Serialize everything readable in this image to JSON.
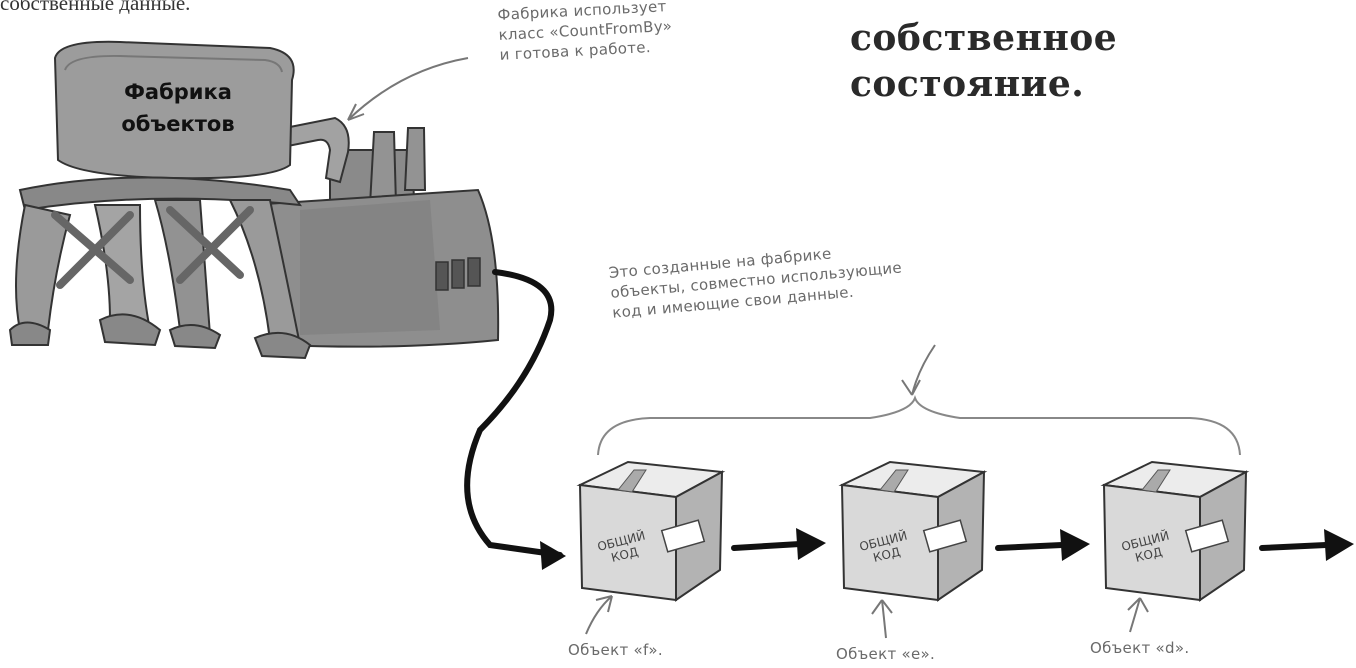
{
  "top_fragment": "собственные данные.",
  "heading": {
    "line1": "собственное",
    "line2": "состояние."
  },
  "factory": {
    "label_line1": "Фабрика",
    "label_line2": "объектов",
    "note_lines": [
      "Фабрика использует",
      "класс «CountFromBy»",
      "и готова к работе."
    ]
  },
  "objects_note_lines": [
    "Это созданные на фабрике",
    "объекты, совместно использующие",
    "код и имеющие свои данные."
  ],
  "boxes": [
    {
      "text_line1": "ОБЩИЙ",
      "text_line2": "КОД",
      "caption": "Объект «f»."
    },
    {
      "text_line1": "ОБЩИЙ",
      "text_line2": "КОД",
      "caption": "Объект «e»."
    },
    {
      "text_line1": "ОБЩИЙ",
      "text_line2": "КОД",
      "caption": "Объект «d»."
    }
  ],
  "colors": {
    "factory_body": "#9a9a9a",
    "factory_dark": "#6f6f6f",
    "box_face": "#d9d9d9",
    "box_side": "#b3b3b3",
    "box_top": "#ececec",
    "arrow": "#111111",
    "note": "#6a6a6a"
  }
}
